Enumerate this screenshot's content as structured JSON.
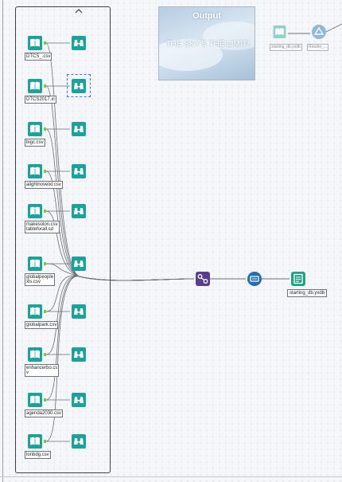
{
  "canvas": {
    "container_grip": "container-grip-icon",
    "comment": {
      "title": "Output",
      "text": "THE SKY'S THE LIMIT!"
    },
    "input_files": [
      {
        "label": "DTCS_.csv",
        "icon": "book-icon",
        "browse_icon": "binoculars-icon"
      },
      {
        "label": "DTCS2017.xl",
        "icon": "book-icon",
        "browse_icon": "binoculars-icon"
      },
      {
        "label": "bigc.csv",
        "icon": "book-icon",
        "browse_icon": "binoculars-icon"
      },
      {
        "label": "alightnovelxl.csv",
        "icon": "book-icon",
        "browse_icon": "binoculars-icon"
      },
      {
        "label": "makesolon.csv\ntableforall.sd",
        "icon": "book-icon",
        "browse_icon": "binoculars-icon"
      },
      {
        "label": "globalpeople\nxls.csv",
        "icon": "book-icon",
        "browse_icon": "binoculars-icon"
      },
      {
        "label": "globalpark.csv",
        "icon": "book-icon",
        "browse_icon": "binoculars-icon"
      },
      {
        "label": "enhancerbo.cs\nv",
        "icon": "book-icon",
        "browse_icon": "binoculars-icon"
      },
      {
        "label": "agenda2030.csv",
        "icon": "book-icon",
        "browse_icon": "binoculars-icon"
      },
      {
        "label": "lonbdg.csv",
        "icon": "book-icon",
        "browse_icon": "binoculars-icon"
      }
    ],
    "pipeline": {
      "union_icon": "union-icon",
      "transform_icon": "transform-icon",
      "output_icon": "output-file-icon",
      "output_label": "starting_db.yxdb"
    },
    "ghost_tools": {
      "labels": [
        "starting_db.yxdb",
        "Render_..."
      ]
    },
    "colors": {
      "input_teal": "#1aa39a",
      "union_purple": "#5b3d8f",
      "transform_blue": "#1f6fb2",
      "output_green": "#23a184",
      "connector": "#6b6f76",
      "anchor_green": "#7ac943"
    }
  }
}
